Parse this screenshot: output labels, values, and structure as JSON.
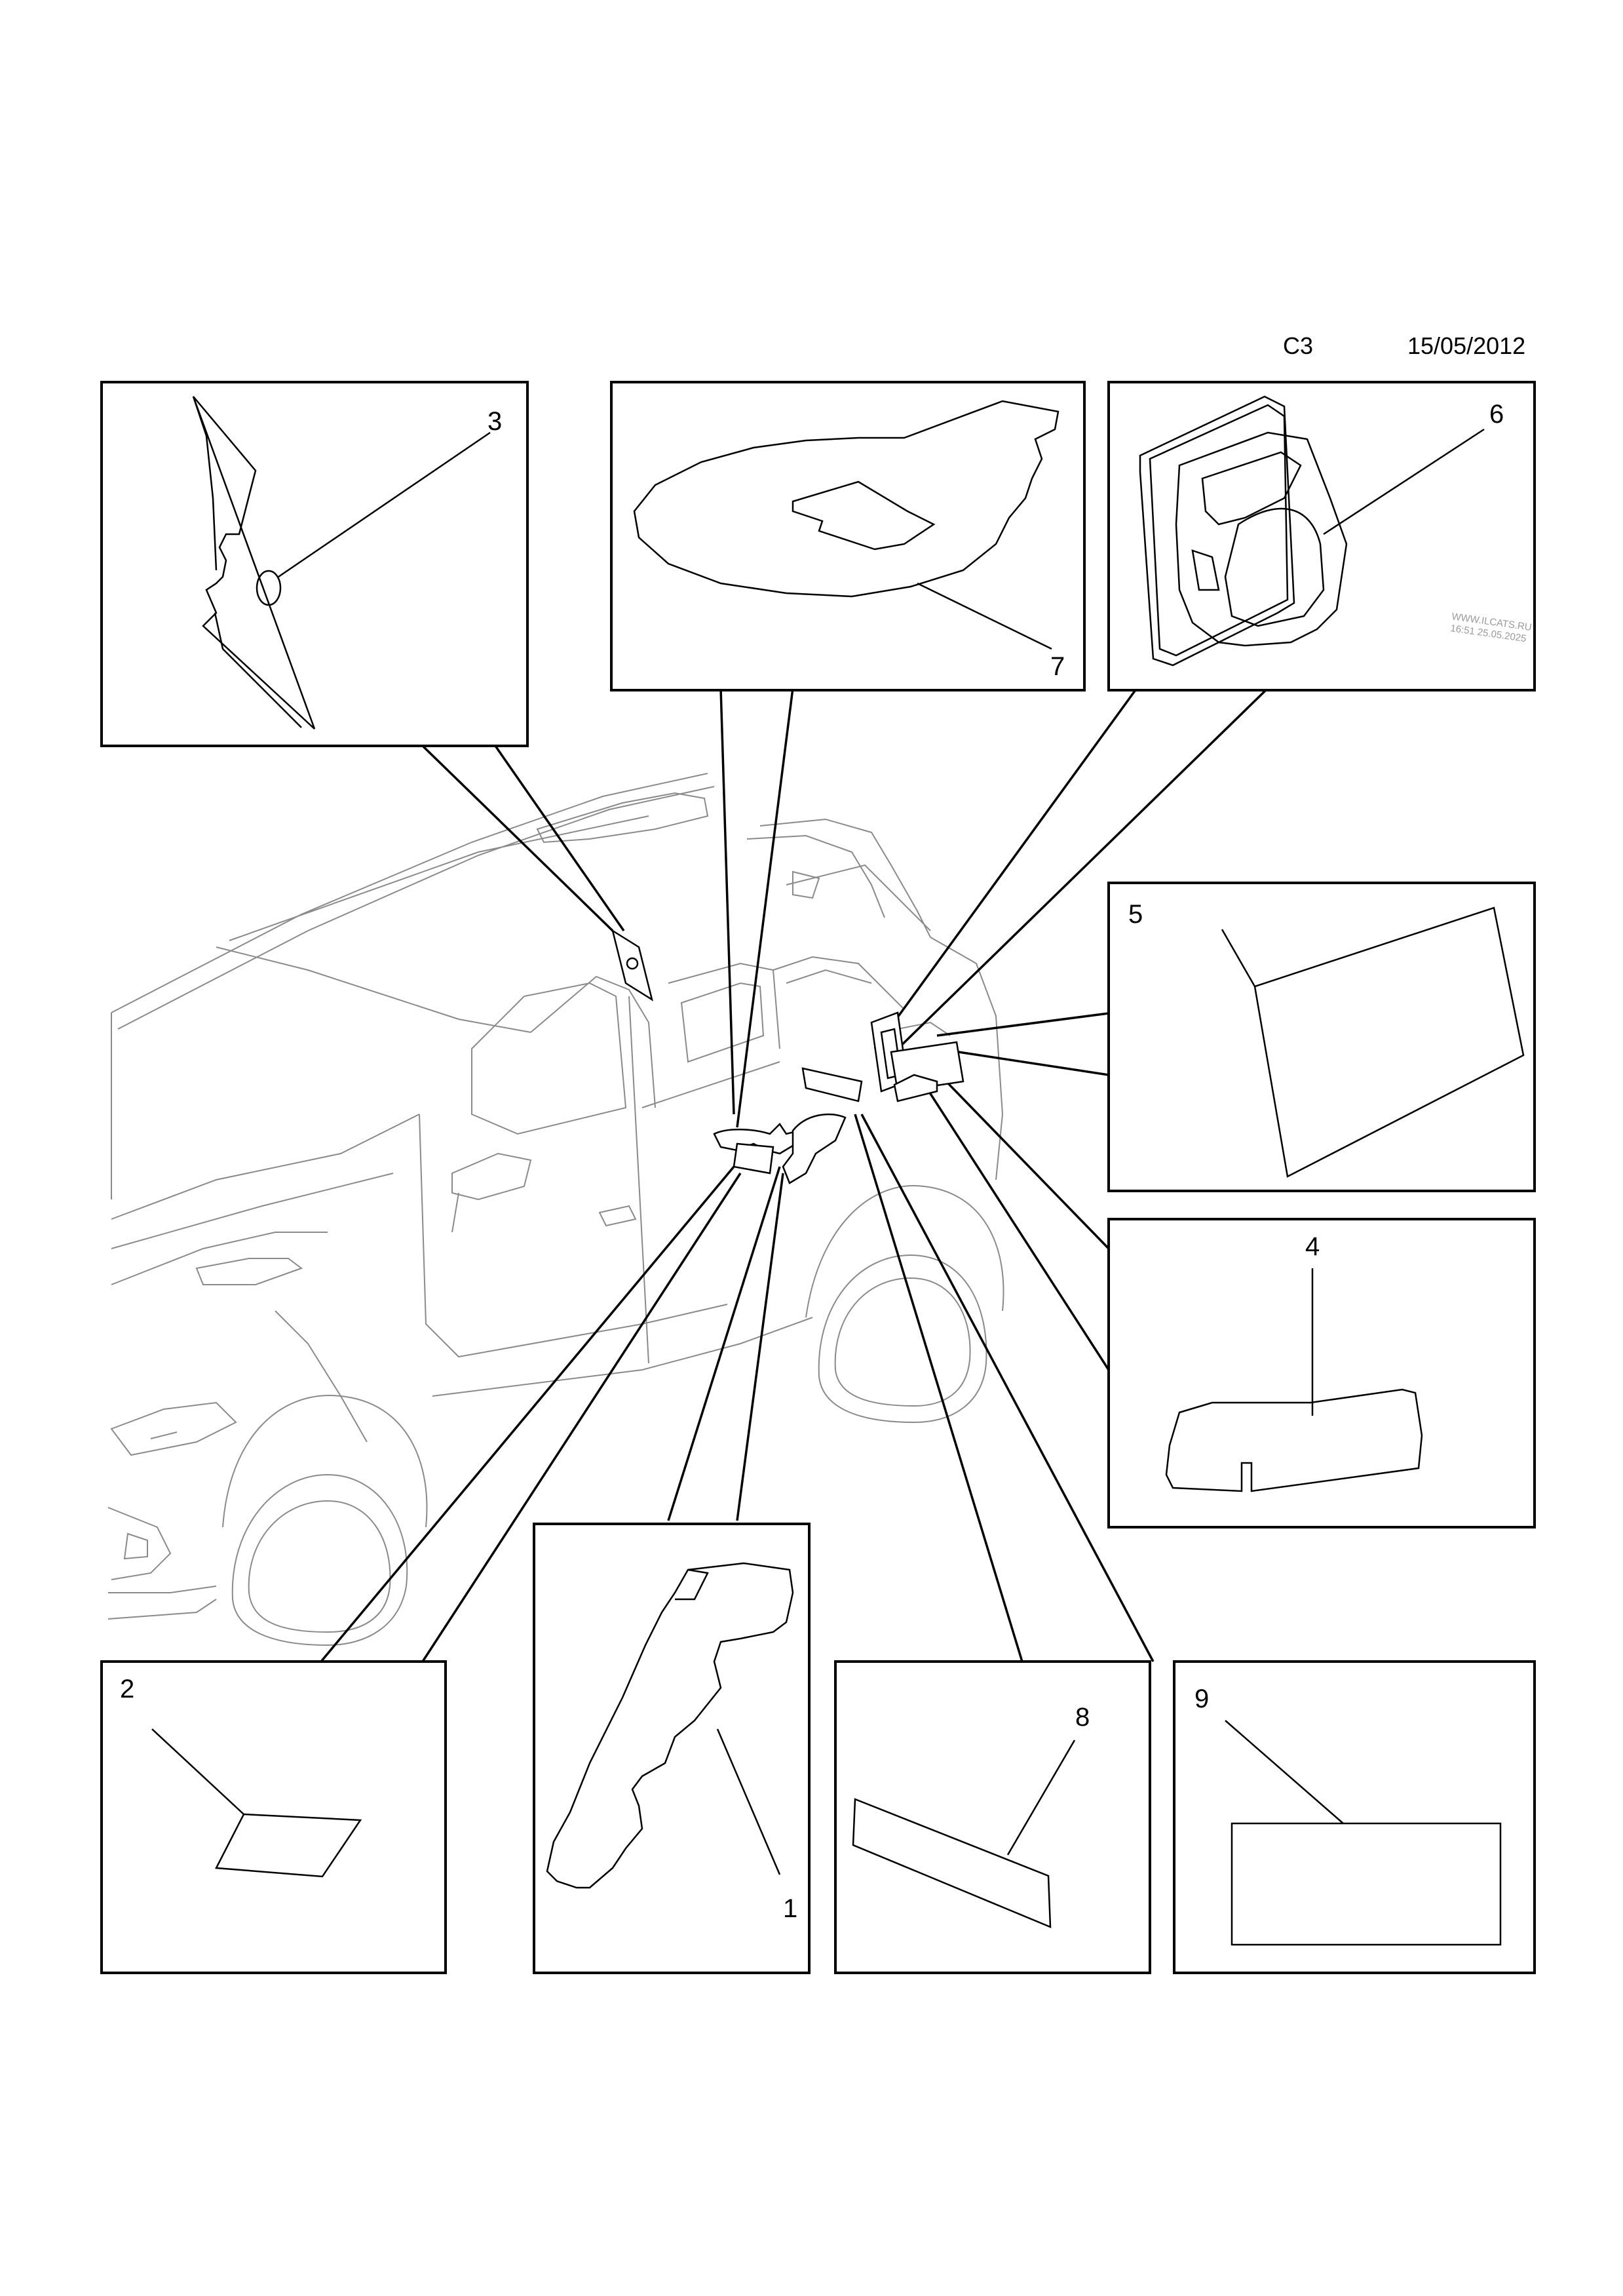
{
  "header": {
    "code": "C3",
    "date": "15/05/2012"
  },
  "watermark": {
    "line1": "WWW.ILCATS.RU",
    "line2": "16:51 25.05.2025"
  },
  "callouts": [
    "1",
    "2",
    "3",
    "4",
    "5",
    "6",
    "7",
    "8",
    "9"
  ]
}
